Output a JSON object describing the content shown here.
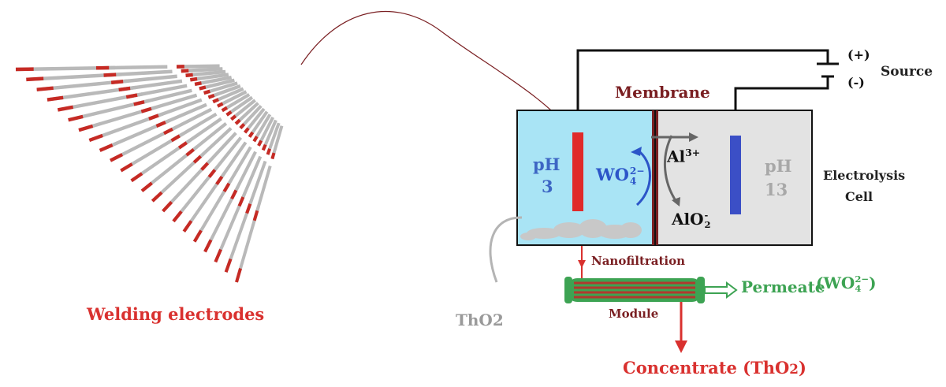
{
  "labels": {
    "welding_electrodes": "Welding electrodes",
    "tho2": "ThO",
    "tho2_sub": "2",
    "membrane": "Membrane",
    "source": "Source",
    "plus": "(+)",
    "minus": "(-)",
    "electrolysis_cell_line1": "Electrolysis",
    "electrolysis_cell_line2": "Cell",
    "ph_left_line1": "pH",
    "ph_left_line2": "3",
    "ph_right_line1": "pH",
    "ph_right_line2": "13",
    "wo4": "WO",
    "wo4_sub": "4",
    "wo4_charge": "2−",
    "al": "Al",
    "al_charge": "3+",
    "alo2": "AlO",
    "alo2_sub": "2",
    "alo2_charge": "-",
    "nanofiltration": "Nanofiltration",
    "module": "Module",
    "permeate": "Permeate",
    "permeate_open": "(WO",
    "permeate_sub": "4",
    "permeate_charge": "2−",
    "permeate_close": ")",
    "concentrate": "Concentrate (ThO",
    "concentrate_sub": "2",
    "concentrate_close": ")"
  },
  "colors": {
    "electrode_red": "#d9312f",
    "electrode_blue": "#3b4fc6",
    "left_chamber": "#a9e4f5",
    "right_chamber": "#e3e3e3",
    "membrane": "#7a1f22",
    "module_green": "#3da353",
    "wire": "#111111"
  }
}
